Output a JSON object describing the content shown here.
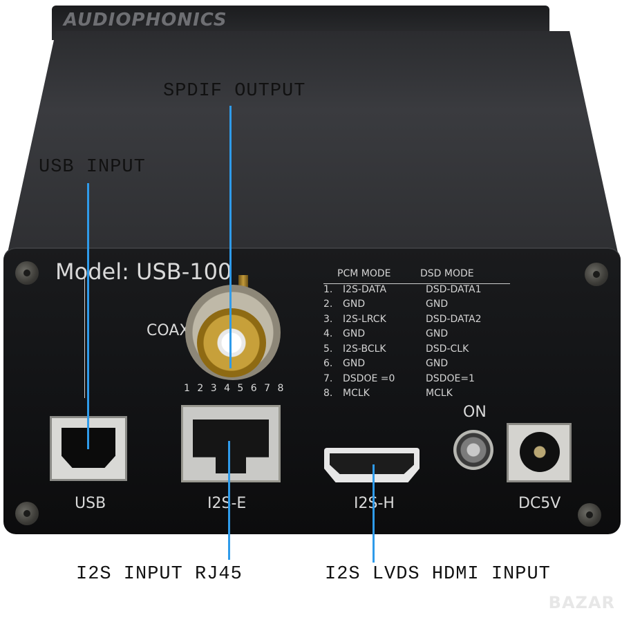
{
  "brand_text": "AUDIOPHONICS",
  "callouts": {
    "spdif": "SPDIF OUTPUT",
    "usb": "USB INPUT",
    "i2s_rj45": "I2S INPUT RJ45",
    "i2s_hdmi": "I2S LVDS HDMI INPUT"
  },
  "front_panel": {
    "model": "Model: USB-100",
    "coax_label": "COAX",
    "pin_numbers": "1 2 3 4 5 6 7 8",
    "on_label": "ON",
    "port_labels": {
      "usb": "USB",
      "i2s_e": "I2S-E",
      "i2s_h": "I2S-H",
      "dc": "DC5V"
    }
  },
  "pin_table": {
    "headers": [
      "PCM MODE",
      "DSD MODE"
    ],
    "rows": [
      {
        "num": "1.",
        "pcm": "I2S-DATA",
        "dsd": "DSD-DATA1"
      },
      {
        "num": "2.",
        "pcm": "GND",
        "dsd": "GND"
      },
      {
        "num": "3.",
        "pcm": "I2S-LRCK",
        "dsd": "DSD-DATA2"
      },
      {
        "num": "4.",
        "pcm": "GND",
        "dsd": "GND"
      },
      {
        "num": "5.",
        "pcm": "I2S-BCLK",
        "dsd": "DSD-CLK"
      },
      {
        "num": "6.",
        "pcm": "GND",
        "dsd": "GND"
      },
      {
        "num": "7.",
        "pcm": "DSDOE =0",
        "dsd": "DSDOE=1"
      },
      {
        "num": "8.",
        "pcm": "MCLK",
        "dsd": "MCLK"
      }
    ]
  },
  "watermark": "BAZAR",
  "colors": {
    "leader_line": "#2f9bea",
    "panel_text": "#d9d9d9",
    "chassis": "#111214"
  }
}
